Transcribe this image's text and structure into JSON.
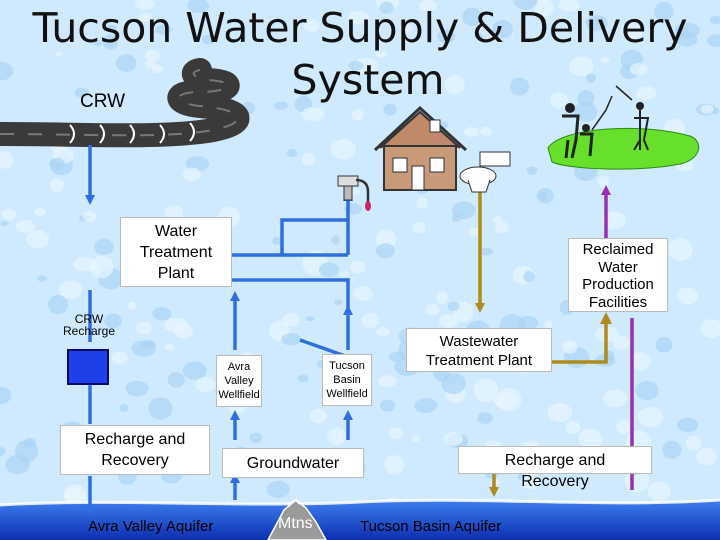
{
  "title": {
    "line1": "Tucson Water Supply & Delivery",
    "line2": "System"
  },
  "labels": {
    "crw": "CRW",
    "crw_recharge_line1": "CRW",
    "crw_recharge_line2": "Recharge",
    "water_treatment_line1": "Water",
    "water_treatment_line2": "Treatment",
    "water_treatment_line3": "Plant",
    "reclaimed_line1": "Reclaimed",
    "reclaimed_line2": "Water",
    "reclaimed_line3": "Production",
    "reclaimed_line4": "Facilities",
    "avra_line1": "Avra",
    "avra_line2": "Valley",
    "avra_line3": "Wellfield",
    "tucson_basin_line1": "Tucson",
    "tucson_basin_line2": "Basin",
    "tucson_basin_line3": "Wellfield",
    "wastewater_line1": "Wastewater",
    "wastewater_line2": "Treatment Plant",
    "recharge_left_line1": "Recharge and",
    "recharge_left_line2": "Recovery",
    "groundwater": "Groundwater",
    "recharge_right_line1": "Recharge and",
    "recharge_right_line2": "Recovery",
    "avra_aquifer": "Avra Valley Aquifer",
    "mtns": "Mtns",
    "tucson_aquifer": "Tucson Basin Aquifer"
  },
  "colors": {
    "potable": "#2f6fe0",
    "wastewater": "#b08a1a",
    "reclaimed": "#9b2fb0",
    "canal": "#3a3a3a",
    "recharge_basin": "#1f3fe8",
    "background": "#cfe9ff",
    "aquifer": "#1a4fd8"
  },
  "icons": {
    "house": "house-icon",
    "faucet": "faucet-icon",
    "toilet": "toilet-icon",
    "golf_course": "golf-course-icon",
    "family": "family-icon",
    "canal": "canal-icon",
    "mountain": "mountain-icon"
  }
}
